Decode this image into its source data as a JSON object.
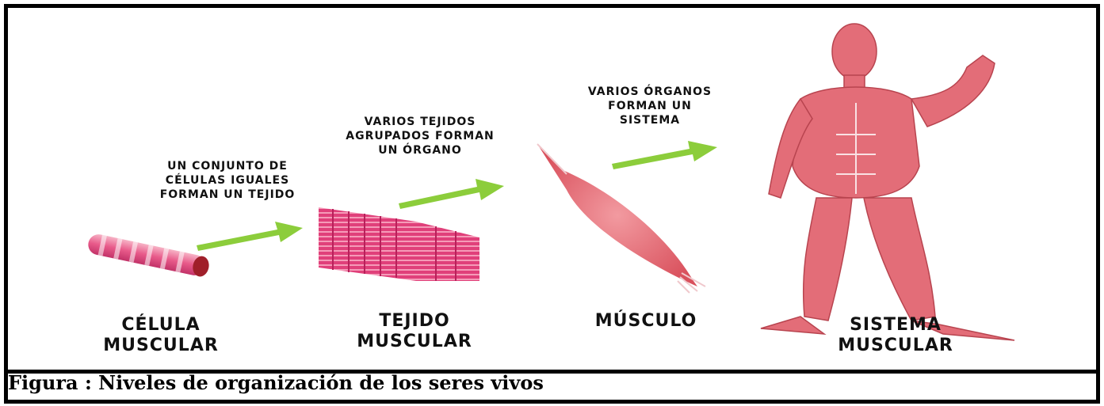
{
  "colors": {
    "muscle": "#e8707a",
    "muscle_dark": "#c93f4a",
    "muscle_light": "#f4a3aa",
    "tissue": "#e0407a",
    "arrow": "#8ccd3b"
  },
  "notes": [
    "UN CONJUNTO DE\nCÉLULAS IGUALES\nFORMAN UN TEJIDO",
    "VARIOS TEJIDOS\nAGRUPADOS FORMAN\nUN ÓRGANO",
    "VARIOS ÓRGANOS\nFORMAN UN\nSISTEMA"
  ],
  "labels": [
    "CÉLULA\nMUSCULAR",
    "TEJIDO\nMUSCULAR",
    "MÚSCULO",
    "SISTEMA\nMUSCULAR"
  ],
  "caption": "Figura : Niveles de organización de los seres vivos"
}
